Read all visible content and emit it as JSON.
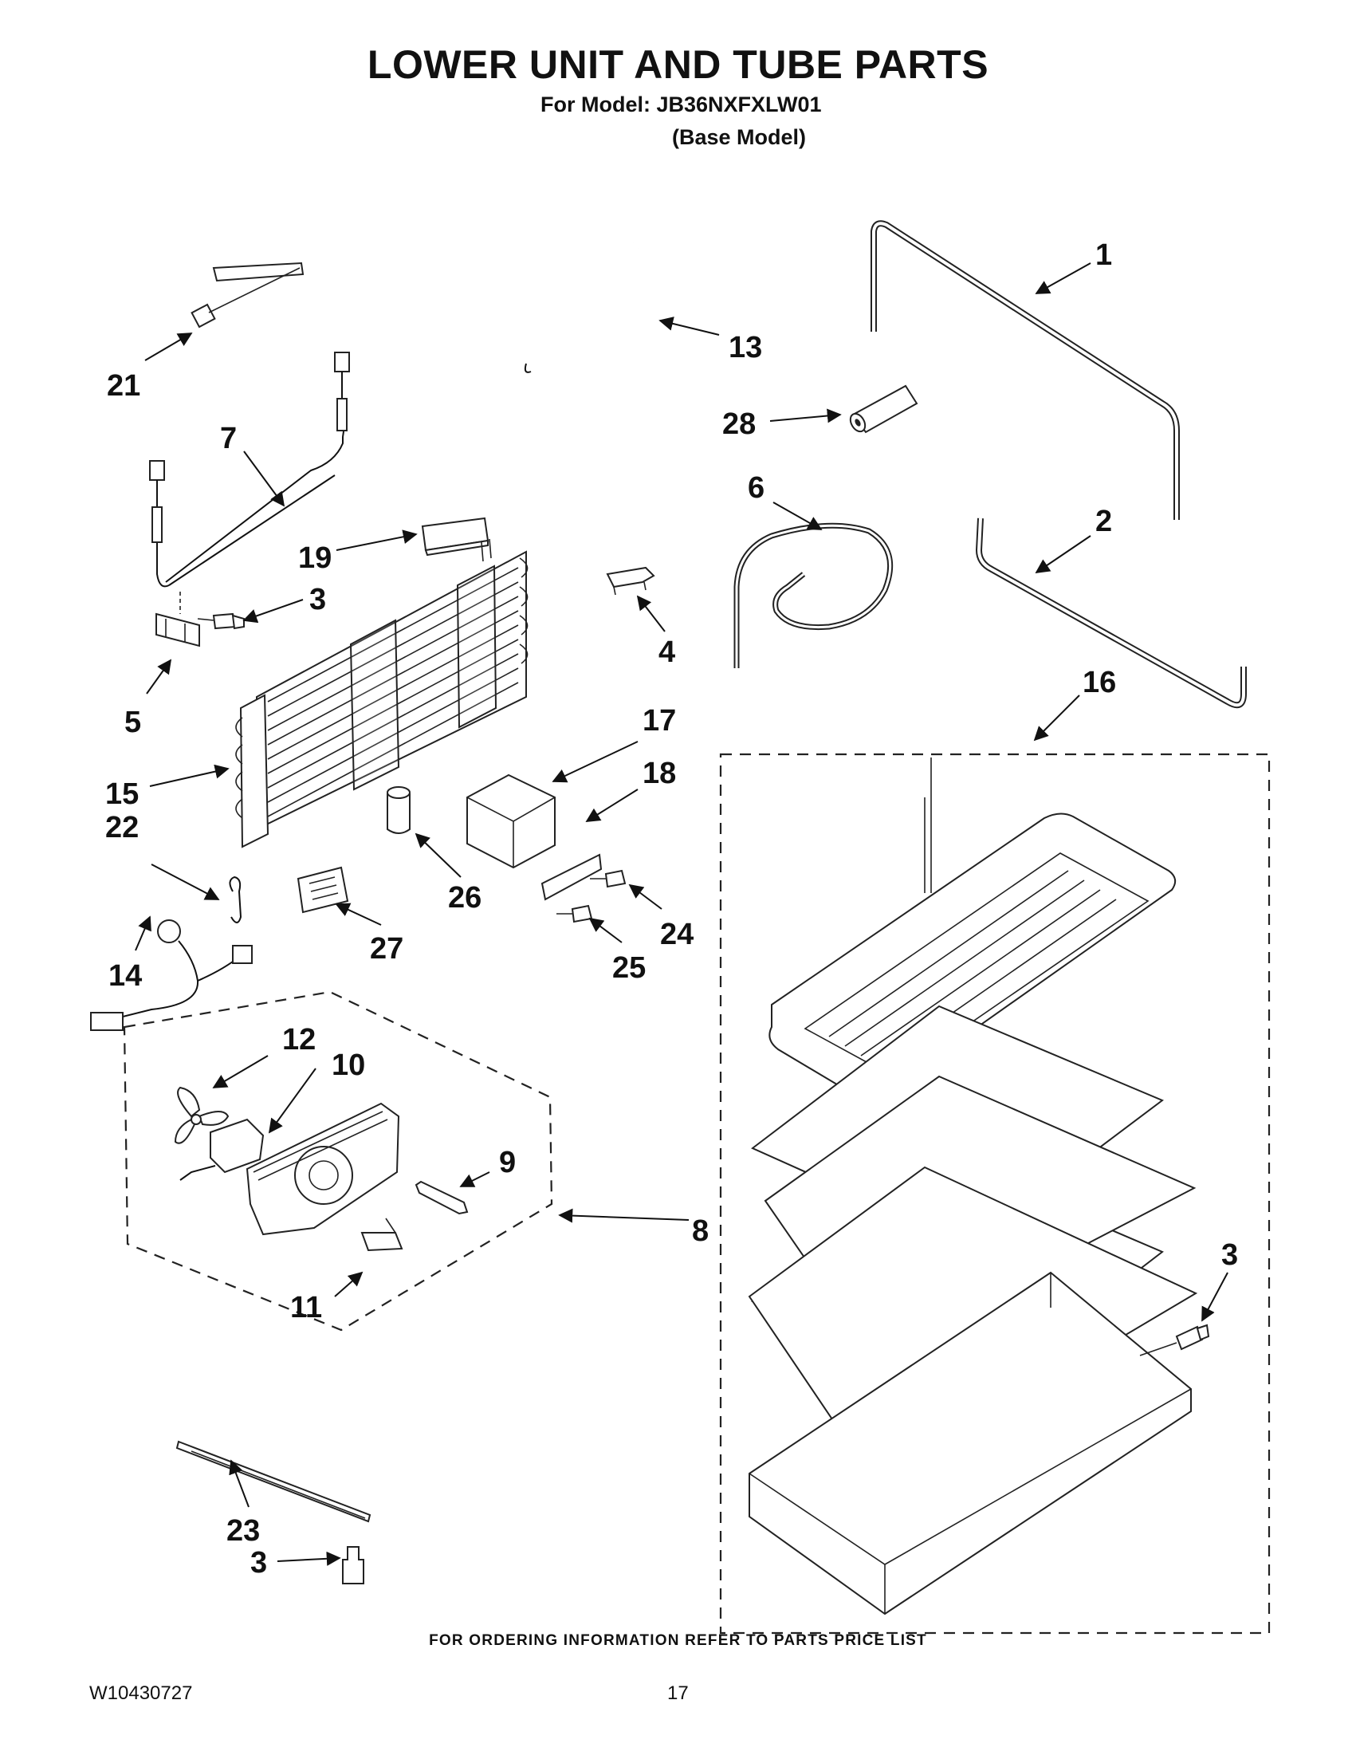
{
  "header": {
    "title": "LOWER UNIT AND TUBE PARTS",
    "model_line": "For Model: JB36NXFXLW01",
    "base_model": "(Base Model)"
  },
  "callouts": {
    "c1": "1",
    "c2": "2",
    "c3a": "3",
    "c3b": "3",
    "c3c": "3",
    "c4": "4",
    "c5": "5",
    "c6": "6",
    "c7": "7",
    "c8": "8",
    "c9": "9",
    "c10": "10",
    "c11": "11",
    "c12": "12",
    "c13": "13",
    "c14": "14",
    "c15": "15",
    "c16": "16",
    "c17": "17",
    "c18": "18",
    "c19": "19",
    "c21": "21",
    "c22": "22",
    "c23": "23",
    "c24": "24",
    "c25": "25",
    "c26": "26",
    "c27": "27",
    "c28": "28"
  },
  "footer": {
    "ordering_note": "FOR ORDERING INFORMATION REFER TO PARTS PRICE LIST",
    "doc_number": "W10430727",
    "page_number": "17"
  }
}
